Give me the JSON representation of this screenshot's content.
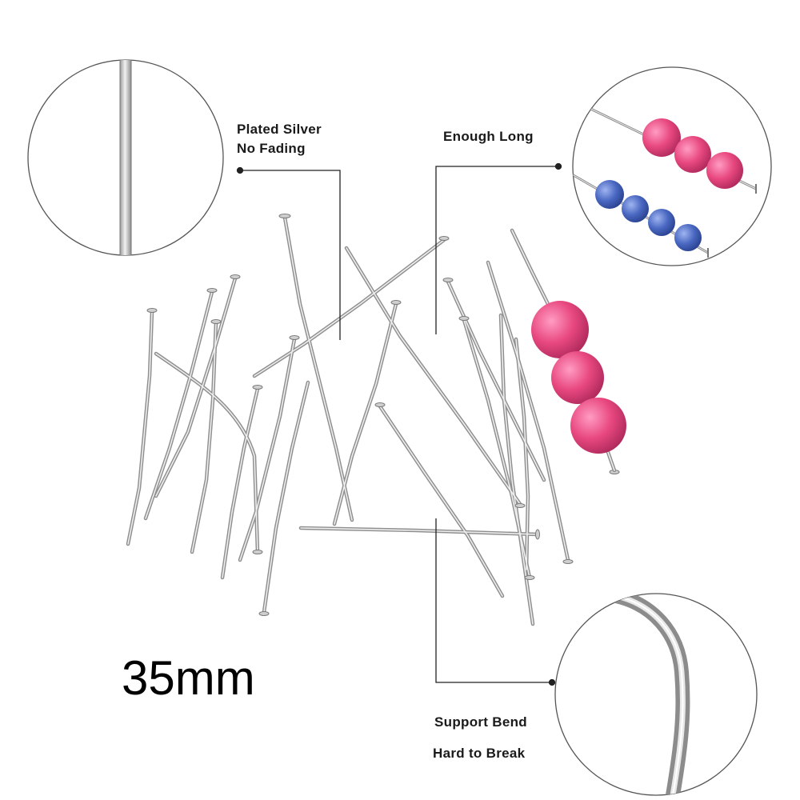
{
  "labels": {
    "plated_silver": "Plated Silver",
    "no_fading": "No Fading",
    "enough_long": "Enough Long",
    "support_bend": "Support Bend",
    "hard_to_break": "Hard to Break"
  },
  "size": "35mm",
  "colors": {
    "pin_metal": "#c9c9c9",
    "pin_edge": "#8a8a8a",
    "bead_pink": "#e8487f",
    "bead_blue": "#3f5fb8",
    "callout_line": "#222222",
    "circle_border": "#555555"
  }
}
